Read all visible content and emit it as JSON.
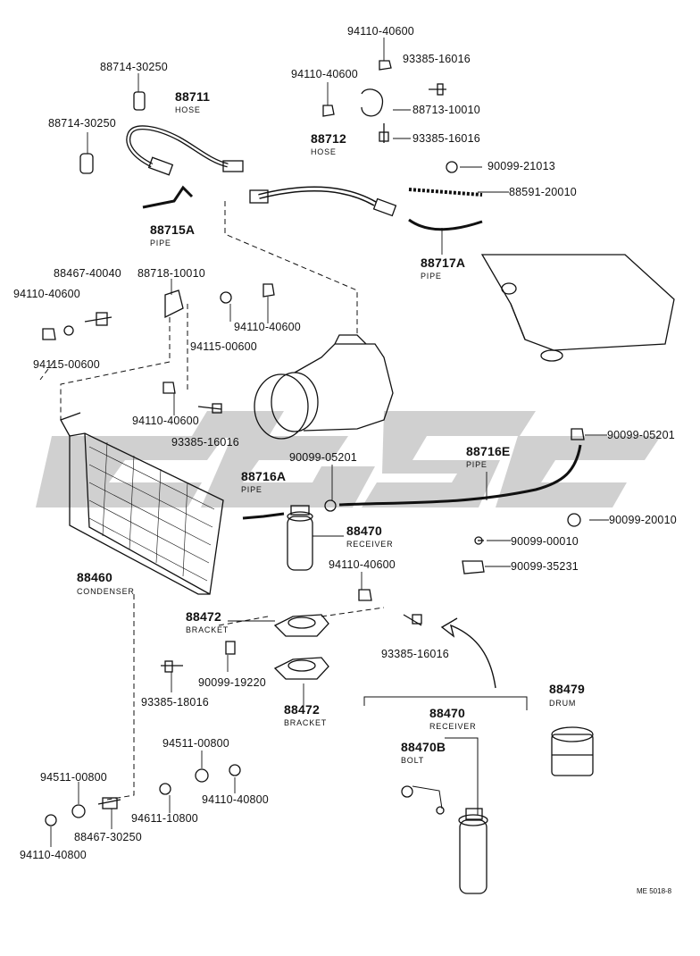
{
  "part_numbers": {
    "n1": "94110-40600",
    "n2": "93385-16016",
    "n3": "94110-40600",
    "n4": "88714-30250",
    "n5": "88711",
    "n6": "88713-10010",
    "n7": "88714-30250",
    "n8": "88712",
    "n9": "93385-16016",
    "n10": "90099-21013",
    "n11": "88591-20010",
    "n12": "88715A",
    "n13": "88717A",
    "n14": "88467-40040",
    "n15": "88718-10010",
    "n16": "94110-40600",
    "n17": "94110-40600",
    "n18": "94115-00600",
    "n19": "94115-00600",
    "n20": "94110-40600",
    "n21": "93385-16016",
    "n22": "90099-05201",
    "n23": "90099-05201",
    "n24": "88716E",
    "n25": "88716A",
    "n26": "88470",
    "n27": "90099-20010",
    "n28": "90099-00010",
    "n29": "90099-35231",
    "n30": "88460",
    "n31": "94110-40600",
    "n32": "88472",
    "n33": "93385-16016",
    "n34": "90099-19220",
    "n35": "93385-18016",
    "n36": "88472",
    "n37": "88479",
    "n38": "88470",
    "n39": "88470B",
    "n40": "94511-00800",
    "n41": "94511-00800",
    "n42": "94110-40800",
    "n43": "94611-10800",
    "n44": "88467-30250",
    "n45": "94110-40800"
  },
  "part_names": {
    "hose_a": "HOSE",
    "hose_b": "HOSE",
    "pipe_a": "PIPE",
    "pipe_b": "PIPE",
    "pipe_c": "PIPE",
    "pipe_d": "PIPE",
    "receiver_a": "RECEIVER",
    "receiver_b": "RECEIVER",
    "condenser": "CONDENSER",
    "bracket_a": "BRACKET",
    "bracket_b": "BRACKET",
    "drum": "DRUM",
    "bolt": "BOLT"
  },
  "figure_code": "ME 5018-8",
  "colors": {
    "ink": "#111111",
    "watermark": "#c8c8c8"
  }
}
